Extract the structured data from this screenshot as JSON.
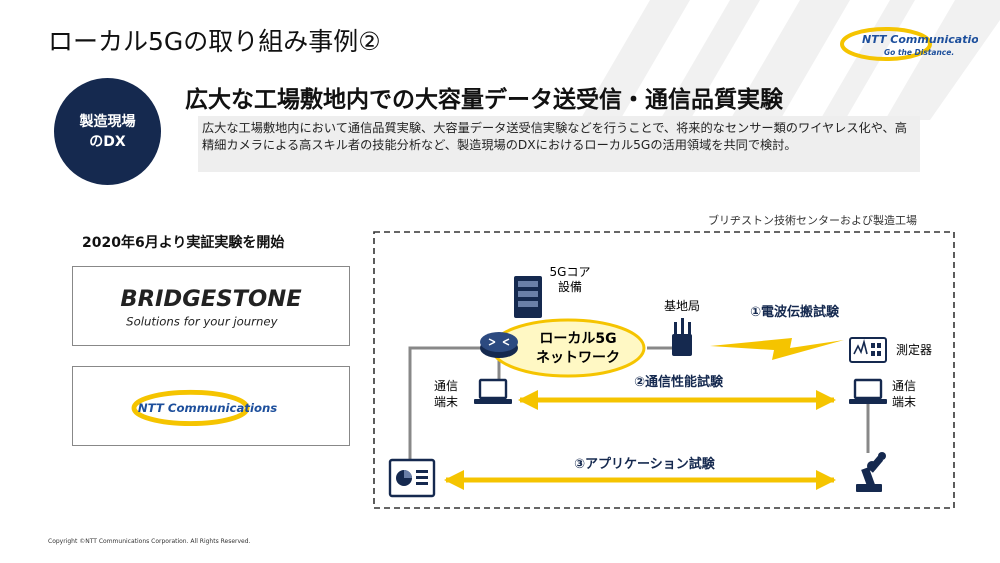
{
  "slide": {
    "title": "ローカル5Gの取り組み事例②",
    "copyright": "Copyright ©NTT Communications Corporation. All Rights Reserved."
  },
  "logo_top": {
    "brand": "NTT Communications",
    "tagline": "Go the Distance."
  },
  "badge": {
    "line1": "製造現場",
    "line2": "のDX"
  },
  "heading": "広大な工場敷地内での大容量データ送受信・通信品質実験",
  "description": "広大な工場敷地内において通信品質実験、大容量データ送受信実験などを行うことで、将来的なセンサー類のワイヤレス化や、高精細カメラによる高スキル者の技能分析など、製造現場のDXにおけるローカル5Gの活用領域を共同で検討。",
  "start_label": "2020年6月より実証実験を開始",
  "partners": {
    "bridgestone_name": "BRIDGESTONE",
    "bridgestone_tagline": "Solutions for your journey",
    "ntt_name": "NTT Communications"
  },
  "diagram": {
    "site_label": "ブリヂストン技術センターおよび製造工場",
    "core_line1": "5Gコア",
    "core_line2": "設備",
    "network_line1": "ローカル5G",
    "network_line2": "ネットワーク",
    "base_station": "基地局",
    "meter": "測定器",
    "terminal_left_1": "通信",
    "terminal_left_2": "端末",
    "terminal_right_1": "通信",
    "terminal_right_2": "端末",
    "test1": "①電波伝搬試験",
    "test2": "②通信性能試験",
    "test3": "③アプリケーション試験"
  },
  "colors": {
    "navy": "#15294f",
    "yellow": "#f5c400",
    "ntt_blue": "#1d4f9c",
    "desc_bg": "#eeeeee"
  }
}
